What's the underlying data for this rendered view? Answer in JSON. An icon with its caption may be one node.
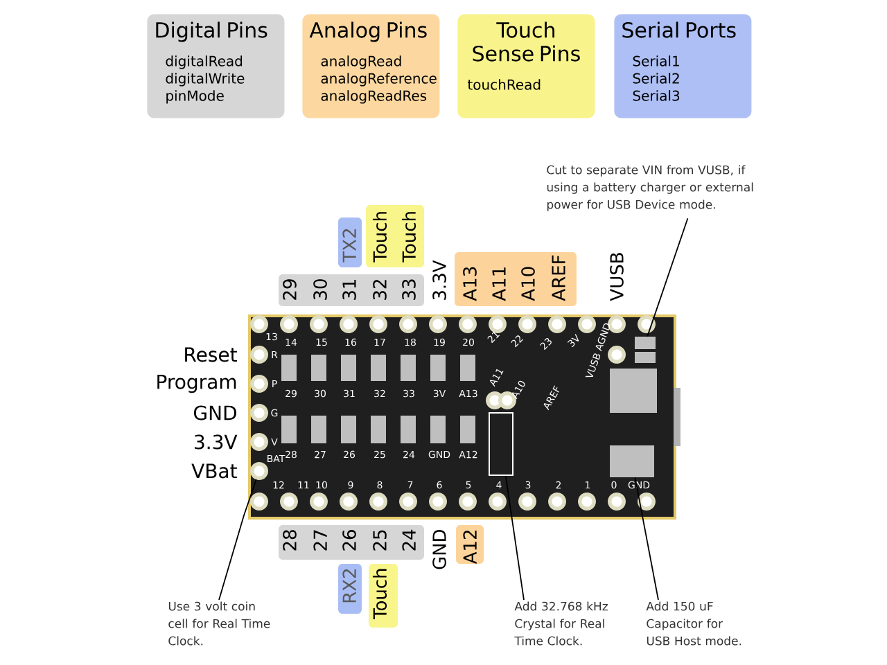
{
  "diagram": {
    "nodes": [
      {
        "text": [
          "Digital Pins",
          "digitalRead digitalWrite pinMode"
        ]
      },
      {
        "text": [
          "Analog Pins",
          "analogRead analogReference analogReadRes"
        ]
      },
      {
        "text": [
          "Touch Sense Pins",
          "touchRead"
        ]
      },
      {
        "text": [
          "Serial Ports",
          "Serial1 Serial2 Serial3"
        ]
      },
      {
        "text": [
          "Cut to separate VIN from VUSB, if using a battery charger or external power for USB Device mode."
        ]
      },
      {
        "text": [],
        "shape": "box"
      },
      {
        "text": [],
        "shape": "circle"
      },
      {
        "text": [],
        "shape": "box"
      },
      {
        "text": [],
        "shape": "box"
      },
      {
        "text": [
          "Use 3 volt coin cell for Real Time Clock."
        ]
      },
      {
        "text": [
          "Add 32.768 kHz Crystal for Real Time Clock."
        ]
      },
      {
        "text": [
          "Add 150 uF Capacitor for USB Host mode."
        ]
      }
    ],
    "edges": [
      {
        "from": 4,
        "to": 5,
        "arrow": "none"
      },
      {
        "from": 9,
        "to": 6,
        "arrow": "none"
      },
      {
        "from": 10,
        "to": 7,
        "arrow": "none"
      },
      {
        "from": 11,
        "to": 8,
        "arrow": "none"
      }
    ],
    "labels": [
      "TX2",
      "Touch",
      "Touch",
      "29",
      "30",
      "31",
      "32",
      "33",
      "3.3V",
      "A13",
      "A11",
      "A10",
      "AREF",
      "VUSB",
      "Reset",
      "Program",
      "GND",
      "3.3V",
      "VBat",
      "13",
      "14",
      "15",
      "16",
      "17",
      "18",
      "19",
      "20",
      "21",
      "22",
      "23",
      "3V",
      "R",
      "P",
      "G",
      "V",
      "BAT",
      "29",
      "30",
      "31",
      "32",
      "33",
      "3V",
      "A13",
      "A11",
      "A10",
      "AREF",
      "VUSB",
      "AGND",
      "28",
      "27",
      "26",
      "25",
      "24",
      "GND",
      "A12",
      "12",
      "11",
      "10",
      "9",
      "8",
      "7",
      "6",
      "5",
      "4",
      "3",
      "2",
      "1",
      "0",
      "GND",
      "28",
      "27",
      "26",
      "25",
      "24",
      "GND",
      "A12",
      "RX2",
      "Touch"
    ]
  }
}
